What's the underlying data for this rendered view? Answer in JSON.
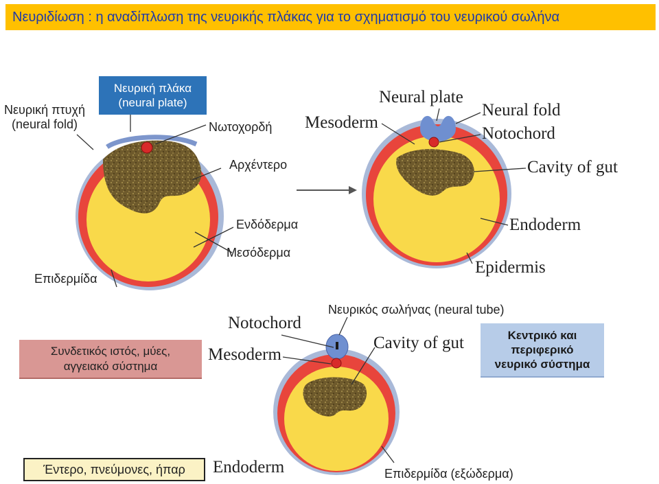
{
  "title": "Νευριδίωση : η αναδίπλωση της νευρικής πλάκας για το σχηματισμό του νευρικού σωλήνα",
  "greek_labels": {
    "neural_fold": [
      "Νευρική πτυχή",
      "(neural fold)"
    ],
    "neural_plate": [
      "Νευρική πλάκα",
      "(neural plate)"
    ],
    "notochord": "Νωτοχορδή",
    "archenteron": "Αρχέντερο",
    "endoderm": "Ενδόδερμα",
    "mesoderm": "Μεσόδερμα",
    "epidermis": "Επιδερμίδα",
    "neural_tube": "Νευρικός σωλήνας (neural tube)",
    "epidermis_ectoderm": "Επιδερμίδα (εξώδερμα)"
  },
  "boxes": {
    "connective": [
      "Συνδετικός ιστός, μύες,",
      "αγγειακό σύστημα"
    ],
    "nervous_system": [
      "Κεντρικό και",
      "περιφερικό",
      "νευρικό σύστημα"
    ],
    "gut_organs": "Έντερο, πνεύμονες, ήπαρ"
  },
  "english_labels": {
    "neural_plate": "Neural plate",
    "mesoderm_top": "Mesoderm",
    "neural_fold": "Neural fold",
    "notochord_top": "Notochord",
    "cavity_top": "Cavity of gut",
    "endoderm_top": "Endoderm",
    "epidermis": "Epidermis",
    "notochord_bottom": "Notochord",
    "mesoderm_bottom": "Mesoderm",
    "cavity_bottom": "Cavity of gut",
    "endoderm_bottom": "Endoderm"
  },
  "colors": {
    "title_bg": "#ffc000",
    "title_text": "#1f3aa8",
    "epidermis_blue": "#9fb3d9",
    "mesoderm_red": "#e8453c",
    "endoderm_yellow": "#f9d94a",
    "gut_cavity": "#6e5a2c",
    "neural_blue": "#6f8fd0"
  }
}
